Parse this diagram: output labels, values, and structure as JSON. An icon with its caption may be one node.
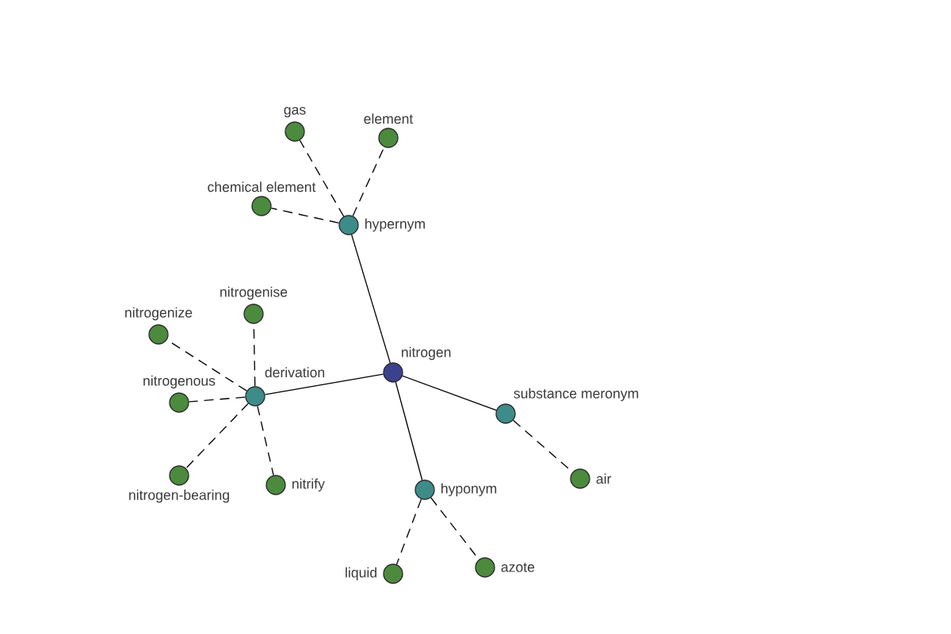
{
  "diagram": {
    "nodes": [
      {
        "text": [
          "gas"
        ]
      },
      {
        "text": [
          "element"
        ]
      },
      {
        "text": [
          "chemical element"
        ]
      },
      {
        "text": [
          "hypernym"
        ]
      },
      {
        "text": [
          "nitrogenise"
        ]
      },
      {
        "text": [
          "nitrogenize"
        ]
      },
      {
        "text": [
          "nitrogen"
        ]
      },
      {
        "text": [
          "derivation"
        ]
      },
      {
        "text": [
          "nitrogenous"
        ]
      },
      {
        "text": [
          "substance meronym"
        ]
      },
      {
        "text": [
          "nitrogen-bearing"
        ]
      },
      {
        "text": [
          "air"
        ]
      },
      {
        "text": [
          "nitrify"
        ]
      },
      {
        "text": [
          "hyponym"
        ]
      },
      {
        "text": [
          "azote"
        ]
      },
      {
        "text": [
          "liquid"
        ]
      }
    ],
    "edges": [
      {
        "from": 6,
        "to": 3,
        "arrow": "none"
      },
      {
        "from": 6,
        "to": 7,
        "arrow": "none"
      },
      {
        "from": 6,
        "to": 9,
        "arrow": "none"
      },
      {
        "from": 6,
        "to": 13,
        "arrow": "none"
      },
      {
        "from": 3,
        "to": 0,
        "arrow": "none",
        "style": "dashed"
      },
      {
        "from": 3,
        "to": 1,
        "arrow": "none",
        "style": "dashed"
      },
      {
        "from": 3,
        "to": 2,
        "arrow": "none",
        "style": "dashed"
      },
      {
        "from": 7,
        "to": 4,
        "arrow": "none",
        "style": "dashed"
      },
      {
        "from": 7,
        "to": 5,
        "arrow": "none",
        "style": "dashed"
      },
      {
        "from": 7,
        "to": 8,
        "arrow": "none",
        "style": "dashed"
      },
      {
        "from": 7,
        "to": 10,
        "arrow": "none",
        "style": "dashed"
      },
      {
        "from": 7,
        "to": 12,
        "arrow": "none",
        "style": "dashed"
      },
      {
        "from": 9,
        "to": 11,
        "arrow": "none",
        "style": "dashed"
      },
      {
        "from": 13,
        "to": 15,
        "arrow": "none",
        "style": "dashed"
      },
      {
        "from": 13,
        "to": 14,
        "arrow": "none",
        "style": "dashed"
      }
    ]
  }
}
